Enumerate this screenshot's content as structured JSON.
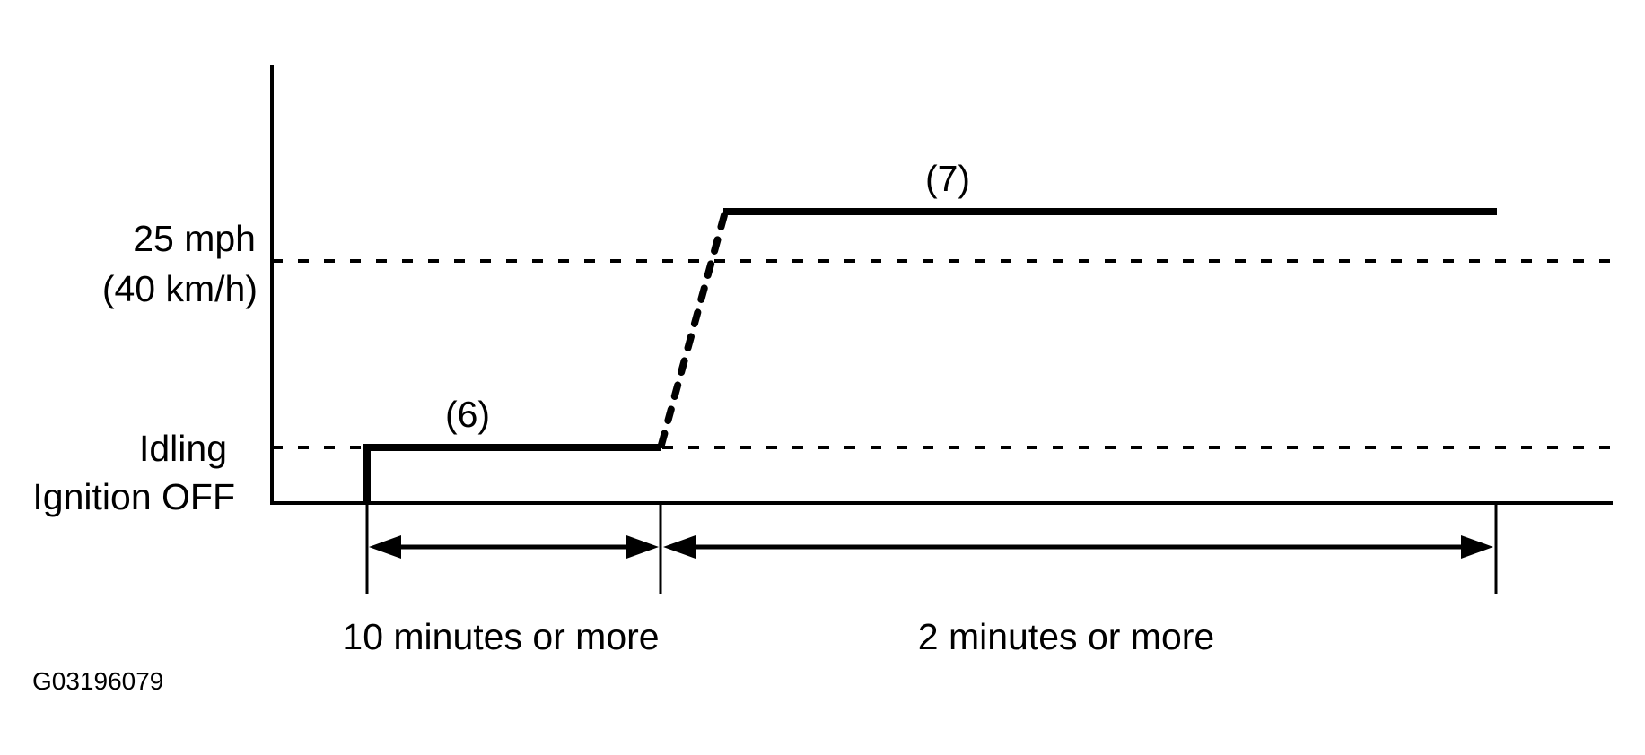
{
  "figure": {
    "id": "G03196079",
    "kind": "drive-pattern-speed-vs-time-diagram",
    "ink_color": "#000000",
    "background_color": "#ffffff"
  },
  "axis_labels": {
    "speed_threshold_line1": "25 mph",
    "speed_threshold_line2": "(40 km/h)",
    "idling": "Idling",
    "ignition_off": "Ignition OFF"
  },
  "callouts": {
    "segment6": "(6)",
    "segment7": "(7)"
  },
  "durations": {
    "segment6": "10 minutes or more",
    "segment7": "2 minutes or more"
  },
  "semantics": {
    "segment6_meaning": "Idling for 10 minutes or more after ignition OFF level",
    "segment7_meaning": "Driving above 25 mph (40 km/h) for 2 minutes or more"
  }
}
